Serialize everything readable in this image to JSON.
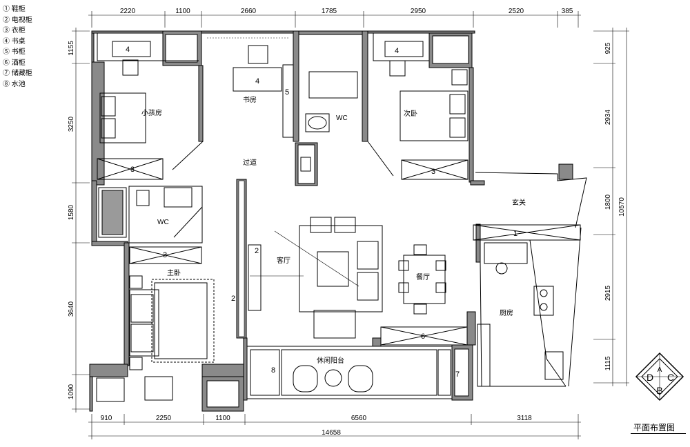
{
  "legend": [
    "① 鞋柜",
    "② 电视柜",
    "③ 衣柜",
    "④ 书桌",
    "⑤ 书柜",
    "⑥ 酒柜",
    "⑦ 储藏柜",
    "⑧ 水池"
  ],
  "title": "平面布置图",
  "dims_top": [
    "2220",
    "1100",
    "2660",
    "1785",
    "2950",
    "2520",
    "385"
  ],
  "dims_bottom": [
    "910",
    "2250",
    "1100",
    "6560",
    "3118"
  ],
  "dim_total": "14658",
  "dims_left": [
    "1155",
    "3250",
    "1580",
    "3640",
    "1090"
  ],
  "dims_right_inner": [
    "925",
    "2934",
    "1800",
    "2915",
    "1115"
  ],
  "dim_right_total": "10570",
  "rooms": {
    "child_room": "小孩房",
    "study": "书房",
    "wc_top": "WC",
    "second_bedroom": "次卧",
    "corridor": "过道",
    "foyer": "玄关",
    "wc_left": "WC",
    "master_bedroom": "主卧",
    "living_room": "客厅",
    "dining": "餐厅",
    "kitchen": "厨房",
    "balcony": "休闲阳台"
  },
  "markers": [
    "4",
    "4",
    "4",
    "5",
    "3",
    "3",
    "3",
    "2",
    "2",
    "1",
    "6",
    "7",
    "8"
  ],
  "compass": {
    "top": "A",
    "left": "D",
    "right": "C",
    "bottom": "B"
  }
}
